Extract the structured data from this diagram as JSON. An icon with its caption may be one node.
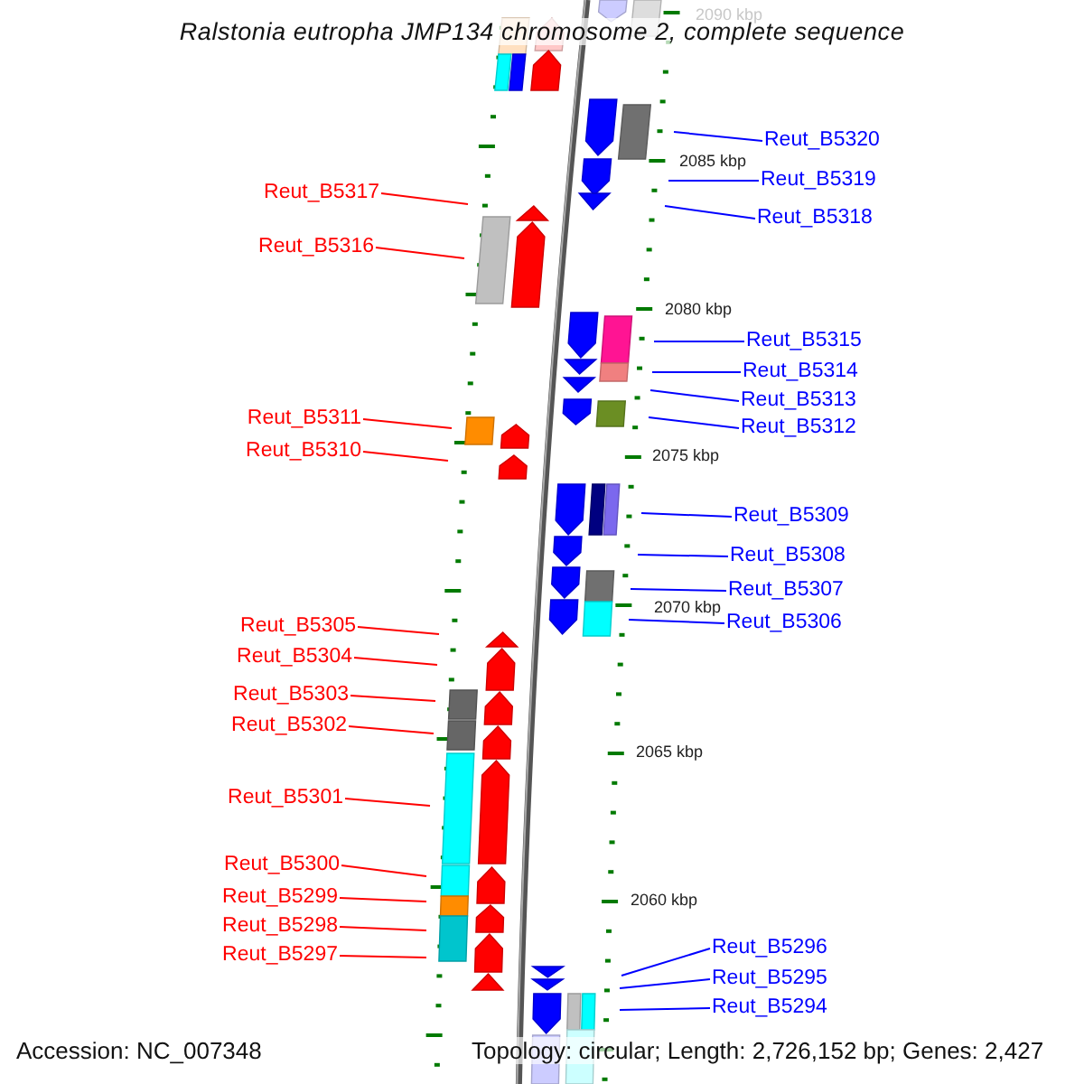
{
  "diagram": {
    "title": "Ralstonia eutropha JMP134 chromosome 2, complete sequence",
    "nodes": [
      {
        "text": [
          "Reut_B5320"
        ]
      },
      {
        "text": [
          "Reut_B5319"
        ]
      },
      {
        "text": [
          "Reut_B5317"
        ]
      },
      {
        "text": [
          "Reut_B5318"
        ]
      },
      {
        "text": [
          "Reut_B5316"
        ]
      },
      {
        "text": [
          "Reut_B5315"
        ]
      },
      {
        "text": [
          "Reut_B5314"
        ]
      },
      {
        "text": [
          "Reut_B5313"
        ]
      },
      {
        "text": [
          "Reut_B5311"
        ]
      },
      {
        "text": [
          "Reut_B5312"
        ]
      },
      {
        "text": [
          "Reut_B5310"
        ]
      },
      {
        "text": [
          "Reut_B5309"
        ]
      },
      {
        "text": [
          "Reut_B5308"
        ]
      },
      {
        "text": [
          "Reut_B5307"
        ]
      },
      {
        "text": [
          "Reut_B5306"
        ]
      },
      {
        "text": [
          "Reut_B5305"
        ]
      },
      {
        "text": [
          "Reut_B5304"
        ]
      },
      {
        "text": [
          "Reut_B5303"
        ]
      },
      {
        "text": [
          "Reut_B5302"
        ]
      },
      {
        "text": [
          "Reut_B5301"
        ]
      },
      {
        "text": [
          "Reut_B5300"
        ]
      },
      {
        "text": [
          "Reut_B5299"
        ]
      },
      {
        "text": [
          "Reut_B5298"
        ]
      },
      {
        "text": [
          "Reut_B5296"
        ]
      },
      {
        "text": [
          "Reut_B5297"
        ]
      },
      {
        "text": [
          "Reut_B5295"
        ]
      },
      {
        "text": [
          "Reut_B5294"
        ]
      }
    ],
    "edges": [
      {
        "from": 0,
        "to": null,
        "arrow": "none"
      },
      {
        "from": 1,
        "to": null,
        "arrow": "none"
      },
      {
        "from": 2,
        "to": null,
        "arrow": "none",
        "color": "#ff0000"
      },
      {
        "from": 3,
        "to": null,
        "arrow": "none"
      },
      {
        "from": 4,
        "to": null,
        "arrow": "none",
        "color": "#ff0000"
      },
      {
        "from": 5,
        "to": null,
        "arrow": "none"
      },
      {
        "from": 6,
        "to": null,
        "arrow": "none"
      },
      {
        "from": 7,
        "to": null,
        "arrow": "none"
      },
      {
        "from": 8,
        "to": null,
        "arrow": "none",
        "color": "#ff0000"
      },
      {
        "from": 9,
        "to": null,
        "arrow": "none"
      },
      {
        "from": 10,
        "to": null,
        "arrow": "none",
        "color": "#ff0000"
      },
      {
        "from": 11,
        "to": null,
        "arrow": "none"
      },
      {
        "from": 12,
        "to": null,
        "arrow": "none"
      },
      {
        "from": 13,
        "to": null,
        "arrow": "none"
      },
      {
        "from": 14,
        "to": null,
        "arrow": "none"
      },
      {
        "from": 15,
        "to": null,
        "arrow": "none",
        "color": "#ff0000"
      },
      {
        "from": 16,
        "to": null,
        "arrow": "none",
        "color": "#ff0000"
      },
      {
        "from": 17,
        "to": null,
        "arrow": "none",
        "color": "#ff0000"
      },
      {
        "from": 18,
        "to": null,
        "arrow": "none",
        "color": "#ff0000"
      },
      {
        "from": 19,
        "to": null,
        "arrow": "none",
        "color": "#ff0000"
      },
      {
        "from": 20,
        "to": null,
        "arrow": "none",
        "color": "#ff0000"
      },
      {
        "from": 21,
        "to": null,
        "arrow": "none",
        "color": "#ff0000"
      },
      {
        "from": 22,
        "to": null,
        "arrow": "none",
        "color": "#ff0000"
      },
      {
        "from": 23,
        "to": null,
        "arrow": "none"
      },
      {
        "from": 24,
        "to": null,
        "arrow": "none",
        "color": "#ff0000"
      },
      {
        "from": 25,
        "to": null,
        "arrow": "none"
      },
      {
        "from": 26,
        "to": null,
        "arrow": "none"
      }
    ],
    "labels": [
      "2090 kbp",
      "2085 kbp",
      "2080 kbp",
      "2075 kbp",
      "2070 kbp",
      "2065 kbp",
      "2060 kbp",
      "Accession: NC_007348",
      "Topology: circular; Length: 2,726,152 bp; Genes: 2,427"
    ]
  }
}
